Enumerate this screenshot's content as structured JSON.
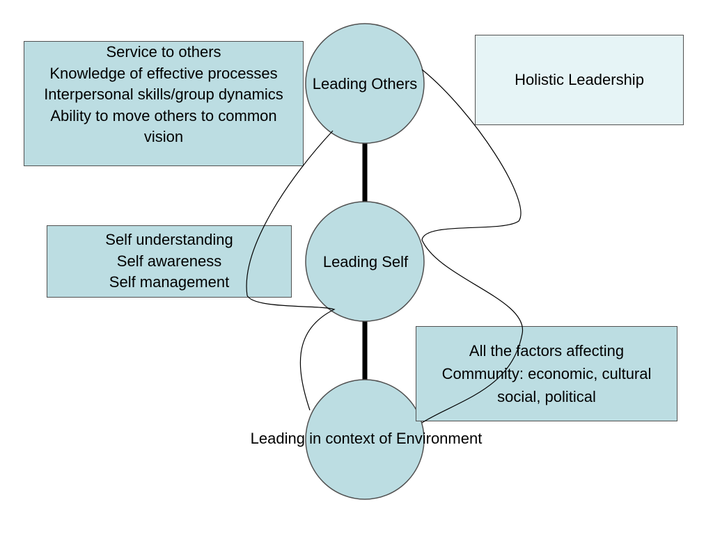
{
  "boxes": {
    "leading_others_details": {
      "lines": [
        "Service to others",
        "Knowledge of effective processes",
        "Interpersonal skills/group dynamics",
        "Ability to move others to common",
        "vision"
      ]
    },
    "holistic": {
      "text": "Holistic Leadership"
    },
    "leading_self_details": {
      "lines": [
        "Self understanding",
        "Self awareness",
        "Self management"
      ]
    },
    "community": {
      "lines": [
        "All the factors affecting",
        "Community:  economic, cultural",
        "social, political"
      ]
    }
  },
  "circles": {
    "leading_others": "Leading Others",
    "leading_self": "Leading Self",
    "leading_environment": "Leading in context of Environment"
  },
  "colors": {
    "circle_fill": "#bcdde2",
    "box_fill": "#bcdde2",
    "holistic_fill": "#e6f4f6",
    "connector": "#000000"
  }
}
